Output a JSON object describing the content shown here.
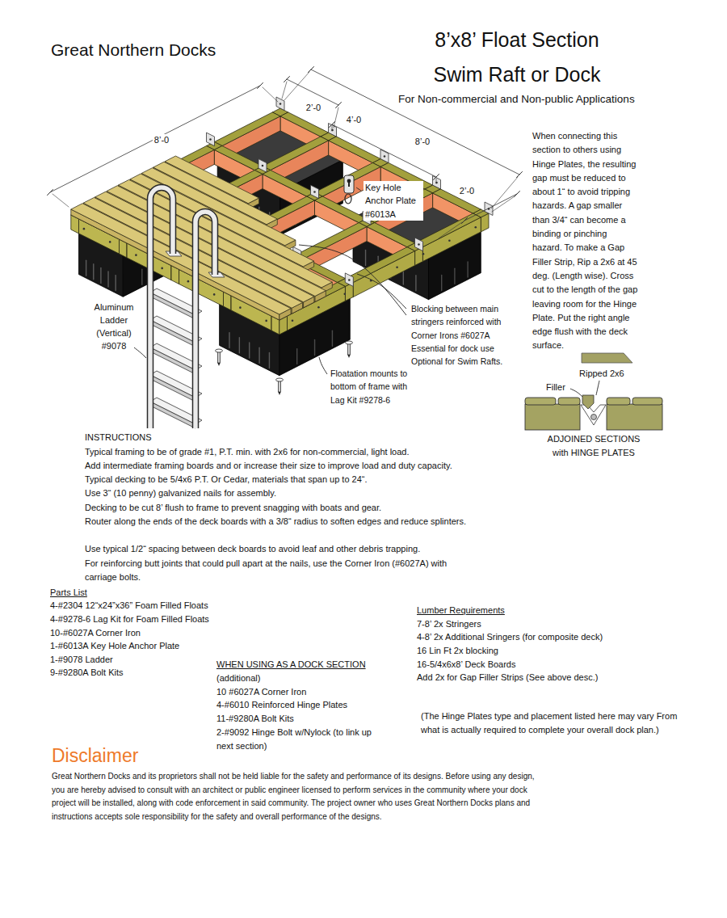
{
  "diagram": {
    "title": "8’x8’ Float Section Swim Raft or Dock",
    "labels": [
      "Great Northern Docks",
      "For Non-commercial and Non-public Applications",
      "2’-0",
      "4’-0",
      "8’-0",
      "8’-0",
      "When connecting this section to others using Hinge Plates, the resulting gap must be reduced to about 1“ to avoid tripping hazards. A gap smaller than 3/4“ can become a binding or pinching hazard. To make a Gap Filler Strip, Rip a 2x6 at 45 deg. (Length wise). Cross cut to the length of the gap leaving room for the Hinge Plate. Put the right angle edge flush with the deck surface.",
      "2’-0",
      "Key Hole Anchor Plate #6013A",
      "Aluminum Ladder (Vertical) #9078",
      "Blocking between main stringers reinforced with Corner Irons #6027A Essential for dock use Optional for Swim Rafts.",
      "Ripped 2x6",
      "Floatation mounts to bottom of frame with Lag Kit #9278-6",
      "Filler",
      "INSTRUCTIONS",
      "ADJOINED SECTIONS with HINGE PLATES",
      "Typical framing to be of grade #1, P.T. min. with 2x6 for non-commercial, light load.",
      "Add intermediate framing boards and or increase their size to improve load and duty capacity.",
      "Typical decking to be 5/4x6 P.T. Or Cedar, materials that span up to 24“.",
      "Use 3“ (10 penny) galvanized nails for assembly.",
      "Decking to be cut 8’ flush to frame to prevent snagging with boats and gear.",
      "Router along the ends of the deck boards with a 3/8“ radius to soften edges and reduce splinters.",
      "Use typical 1/2“ spacing between deck boards to avoid leaf and other debris trapping.",
      "For reinforcing butt joints that could pull apart at the nails, use the Corner Iron (#6027A) with carriage bolts.",
      "Parts List",
      "4-#2304 12“x24”x36” Foam Filled Floats",
      "4-#9278-6 Lag Kit for Foam Filled Floats",
      "10-#6027A Corner Iron",
      "1-#6013A Key Hole Anchor Plate",
      "1-#9078 Ladder",
      "9-#9280A Bolt Kits",
      "Lumber Requirements",
      "7-8’ 2x Stringers",
      "4-8’ 2x Additional Sringers (for composite deck)",
      "16 Lin Ft 2x blocking",
      "16-5/4x6x8’ Deck Boards",
      "Add 2x for Gap Filler Strips (See above desc.)",
      "WHEN USING AS A DOCK SECTION",
      "(additional)",
      "10 #6027A Corner Iron",
      "4-#6010 Reinforced Hinge Plates",
      "11-#9280A Bolt Kits",
      "2-#9092 Hinge Bolt w/Nylock (to link up next section)",
      "(The Hinge Plates type and placement listed here may vary From what is actually required to complete your overall dock plan.)",
      "Disclaimer",
      "Great Northern Docks and its proprietors shall not be held liable for the safety and performance of its designs. Before using any design, you are hereby advised to consult with an architect or public engineer licensed to perform services in the community where your dock project will be installed, along with code enforcement in said community. The project owner who uses Great Northern Docks plans and instructions accepts sole responsibility for the safety and overall performance of the designs."
    ]
  }
}
